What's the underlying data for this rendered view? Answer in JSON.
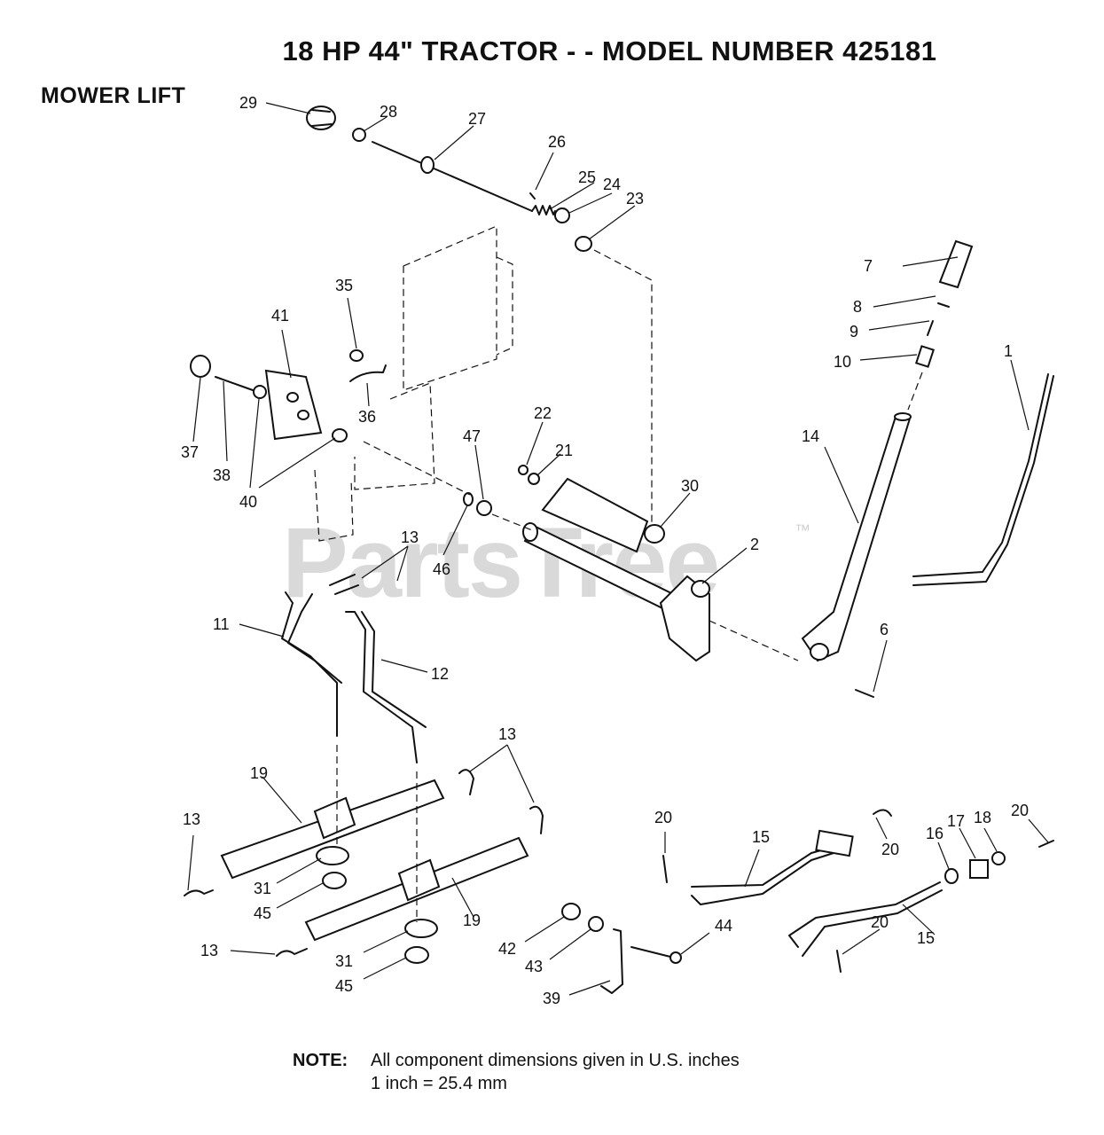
{
  "title": "18 HP 44\" TRACTOR - - MODEL NUMBER 425181",
  "section": "MOWER LIFT",
  "watermark": "PartsTree",
  "watermark_tm": "™",
  "note": {
    "label": "NOTE:",
    "line1": "All component dimensions given in U.S. inches",
    "line2": "1 inch = 25.4 mm"
  },
  "callouts": {
    "c1": "1",
    "c2": "2",
    "c6": "6",
    "c7": "7",
    "c8": "8",
    "c9": "9",
    "c10": "10",
    "c11": "11",
    "c12": "12",
    "c13a": "13",
    "c13b": "13",
    "c13c": "13",
    "c13d": "13",
    "c14": "14",
    "c15a": "15",
    "c15b": "15",
    "c16": "16",
    "c17": "17",
    "c18": "18",
    "c19a": "19",
    "c19b": "19",
    "c20a": "20",
    "c20b": "20",
    "c20c": "20",
    "c20d": "20",
    "c21": "21",
    "c22": "22",
    "c23": "23",
    "c24": "24",
    "c25": "25",
    "c26": "26",
    "c27": "27",
    "c28": "28",
    "c29": "29",
    "c30": "30",
    "c31a": "31",
    "c31b": "31",
    "c35": "35",
    "c36": "36",
    "c37": "37",
    "c38": "38",
    "c39": "39",
    "c40": "40",
    "c41": "41",
    "c42": "42",
    "c43": "43",
    "c44": "44",
    "c45a": "45",
    "c45b": "45",
    "c46": "46",
    "c47": "47"
  }
}
